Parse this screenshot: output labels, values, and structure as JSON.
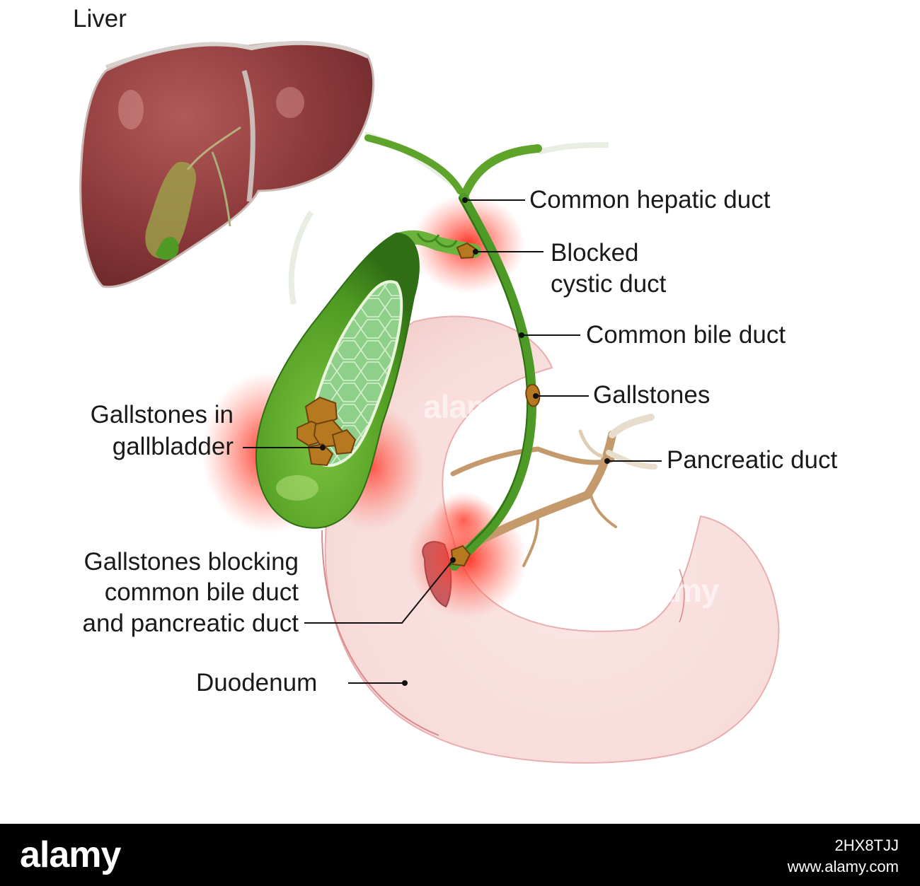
{
  "labels": {
    "liver": "Liver",
    "common_hepatic_duct": "Common hepatic duct",
    "blocked_cystic_duct_line1": "Blocked",
    "blocked_cystic_duct_line2": "cystic duct",
    "common_bile_duct": "Common bile duct",
    "gallstones": "Gallstones",
    "pancreatic_duct": "Pancreatic duct",
    "gallstones_in_gallbladder_line1": "Gallstones in",
    "gallstones_in_gallbladder_line2": "gallbladder",
    "gallstones_blocking_line1": "Gallstones blocking",
    "gallstones_blocking_line2": "common bile duct",
    "gallstones_blocking_line3": "and pancreatic duct",
    "duodenum": "Duodenum"
  },
  "watermark": "alamy",
  "footer": {
    "logo": "alamy",
    "image_id": "2HX8TJJ",
    "site": "www.alamy.com"
  },
  "colors": {
    "liver": "#8e3a3c",
    "bile_duct": "#4d9a26",
    "gallbladder": "#5aa62a",
    "inflammation": "#ff2a1a",
    "stone": "#b7791f",
    "duodenum": "#f6d6d4",
    "pancreatic_duct": "#c49a6c"
  }
}
